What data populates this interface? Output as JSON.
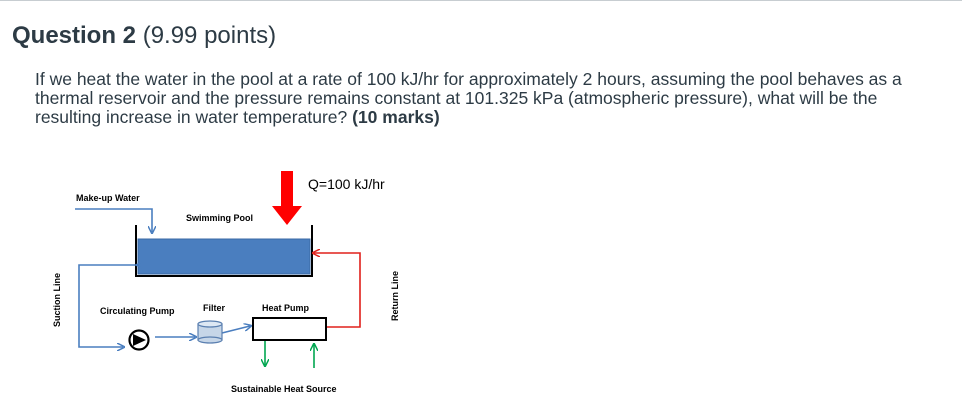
{
  "question": {
    "title": "Question 2",
    "points": "(9.99 points)",
    "text": "If we heat the water in the pool at a rate of 100 kJ/hr for approximately 2 hours, assuming the pool behaves as a thermal reservoir and the pressure remains constant at 101.325 kPa (atmospheric pressure), what will be the resulting increase in water temperature?",
    "marks": "(10 marks)"
  },
  "diagram": {
    "heat_label": "Q=100 kJ/hr",
    "makeup_water": "Make-up Water",
    "swimming_pool": "Swimming Pool",
    "suction_line": "Suction Line",
    "return_line": "Return Line",
    "circulating_pump": "Circulating Pump",
    "filter": "Filter",
    "heat_pump": "Heat Pump",
    "heat_source": "Sustainable Heat Source",
    "colors": {
      "water": "#4a7ebf",
      "pipe_blue": "#4a7ebf",
      "pipe_red": "#e0201b",
      "heat_arrow": "#ff0000",
      "source_arrow": "#00a650"
    }
  }
}
